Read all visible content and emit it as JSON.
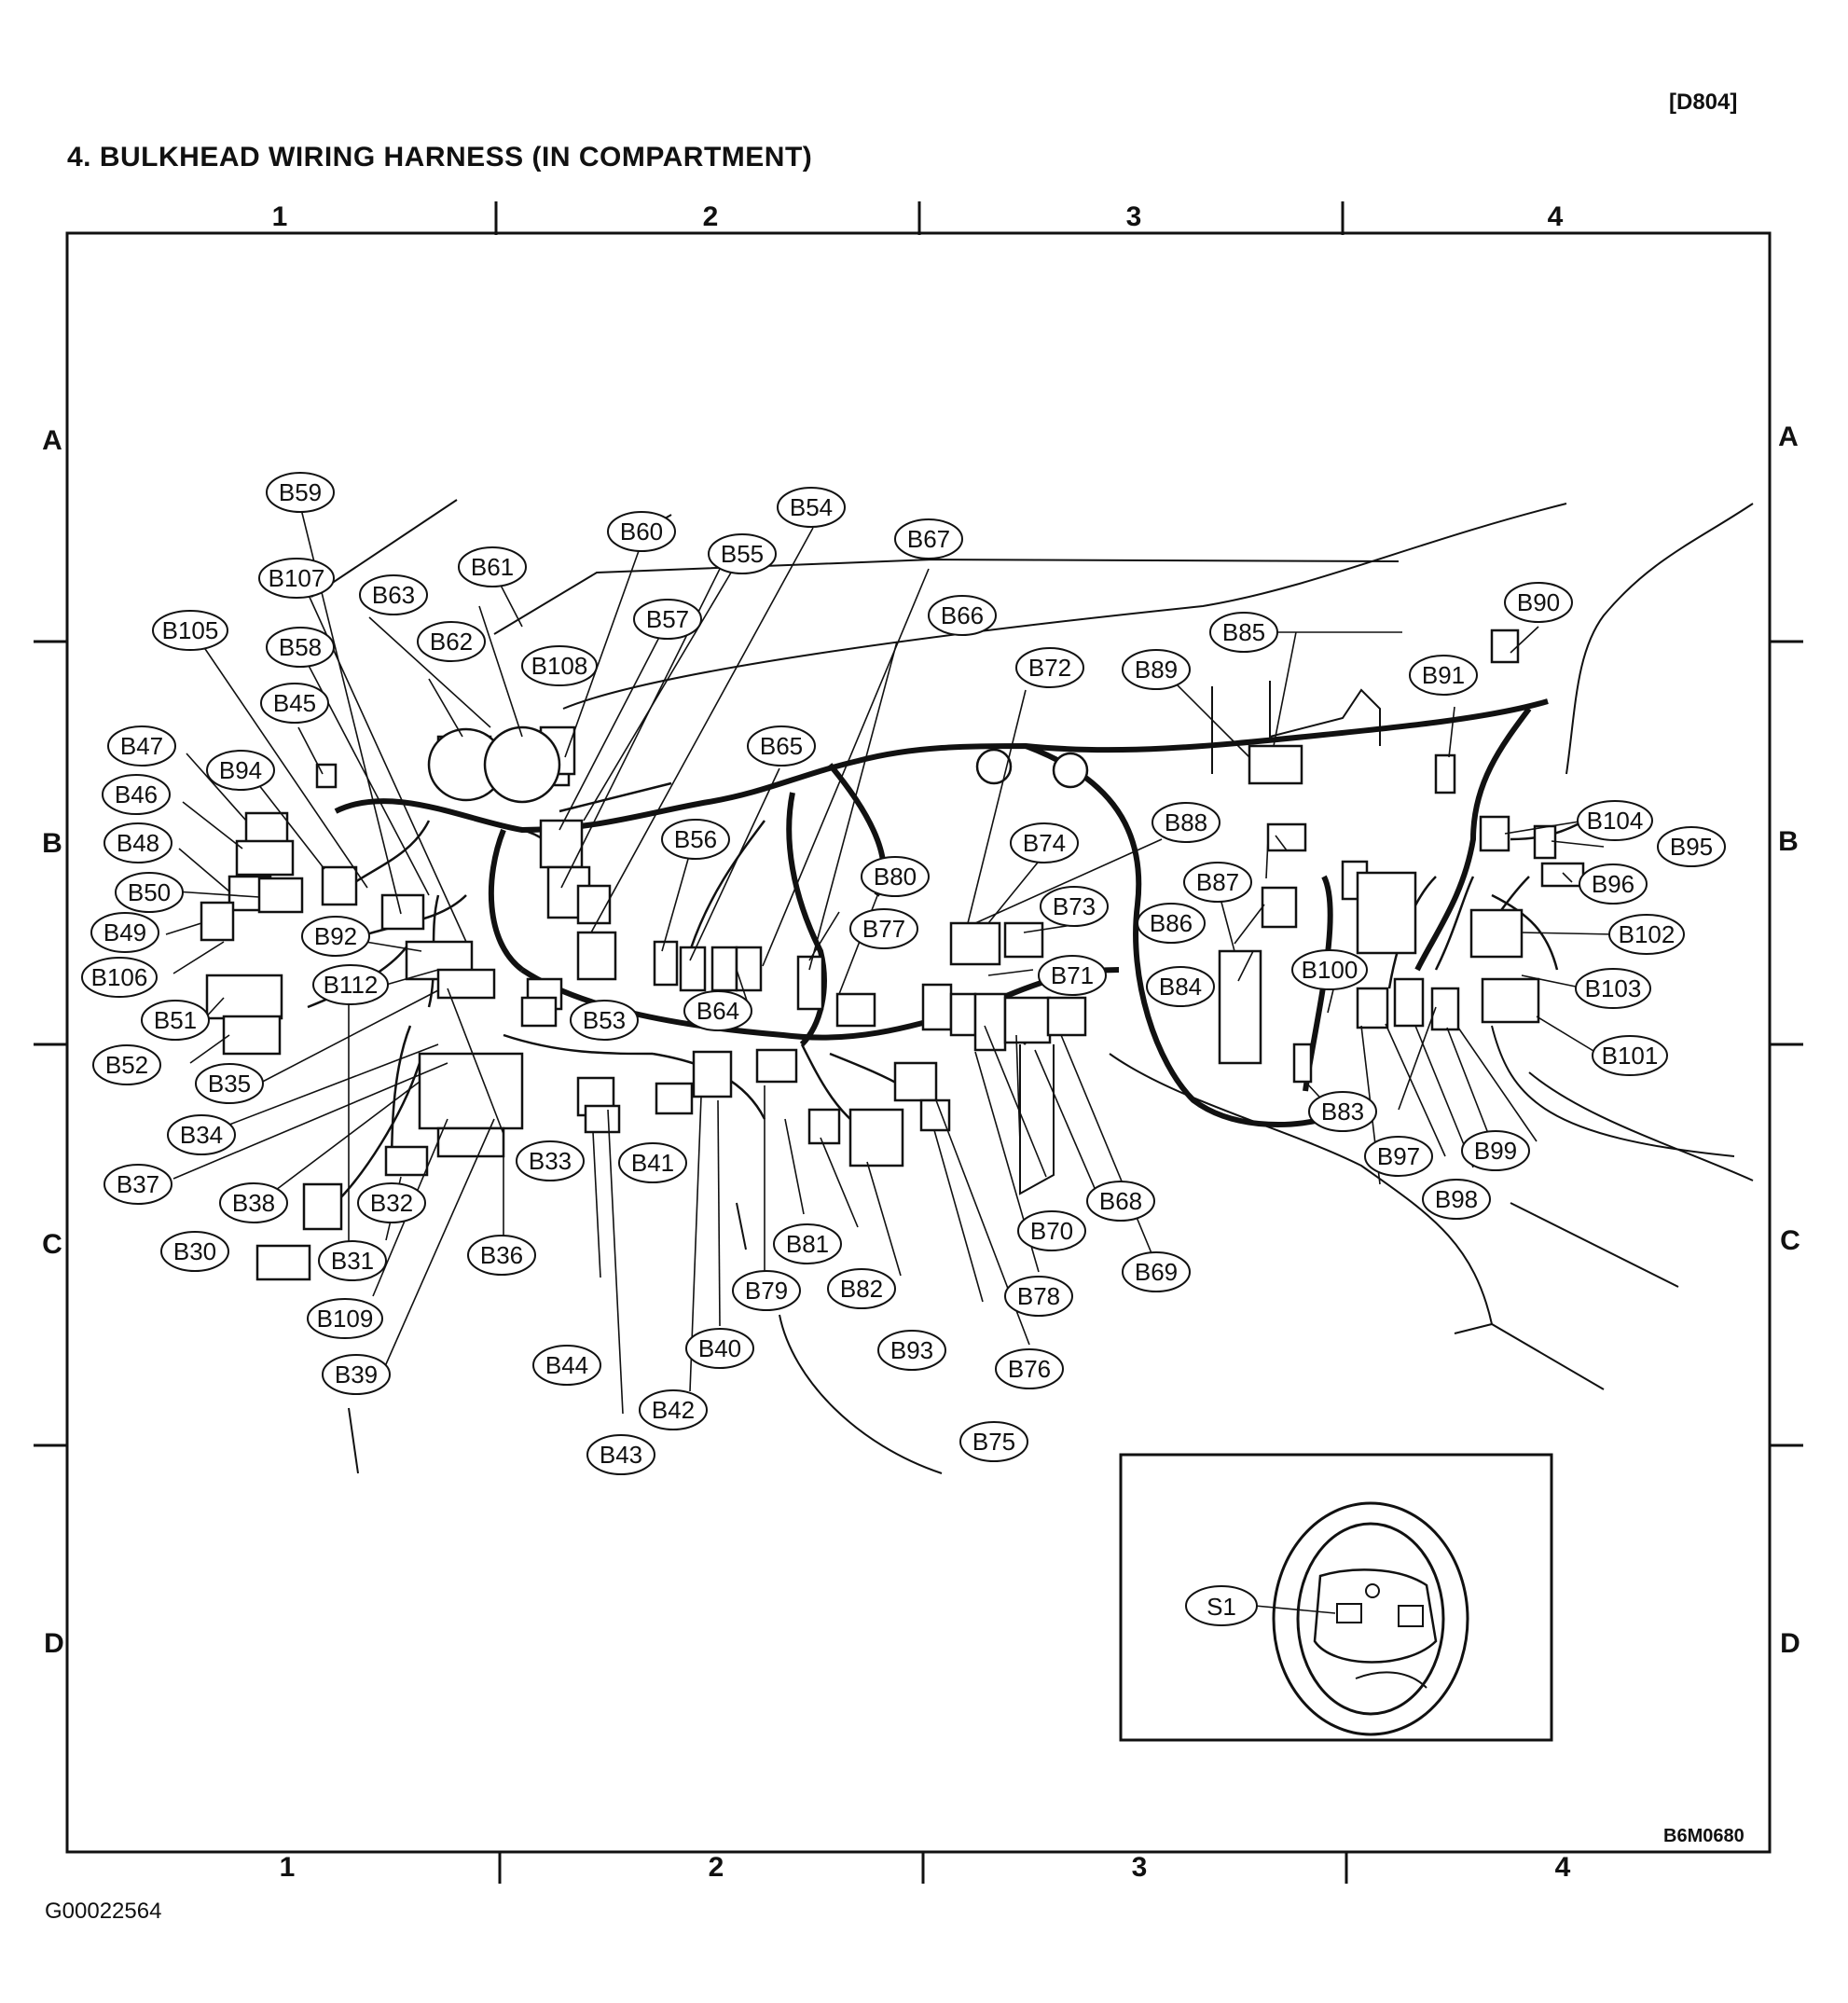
{
  "document": {
    "code": "[D804]",
    "title": "4. BULKHEAD WIRING HARNESS (IN COMPARTMENT)",
    "figure_code": "B6M0680",
    "footer_id": "G00022564"
  },
  "grid": {
    "columns": [
      "1",
      "2",
      "3",
      "4"
    ],
    "rows": [
      "A",
      "B",
      "C",
      "D"
    ]
  },
  "connectors": [
    "B30",
    "B31",
    "B32",
    "B33",
    "B34",
    "B35",
    "B36",
    "B37",
    "B38",
    "B39",
    "B40",
    "B41",
    "B42",
    "B43",
    "B44",
    "B45",
    "B46",
    "B47",
    "B48",
    "B49",
    "B50",
    "B51",
    "B52",
    "B53",
    "B54",
    "B55",
    "B56",
    "B57",
    "B58",
    "B59",
    "B60",
    "B61",
    "B62",
    "B63",
    "B64",
    "B65",
    "B66",
    "B67",
    "B68",
    "B69",
    "B70",
    "B71",
    "B72",
    "B73",
    "B74",
    "B75",
    "B76",
    "B77",
    "B78",
    "B79",
    "B80",
    "B81",
    "B82",
    "B83",
    "B84",
    "B85",
    "B86",
    "B87",
    "B88",
    "B89",
    "B90",
    "B91",
    "B92",
    "B93",
    "B94",
    "B95",
    "B96",
    "B97",
    "B98",
    "B99",
    "B100",
    "B101",
    "B102",
    "B103",
    "B104",
    "B105",
    "B106",
    "B107",
    "B108",
    "B109",
    "B112"
  ],
  "inset": {
    "connector": "S1"
  },
  "colors": {
    "line": "#111111",
    "background": "#ffffff"
  }
}
